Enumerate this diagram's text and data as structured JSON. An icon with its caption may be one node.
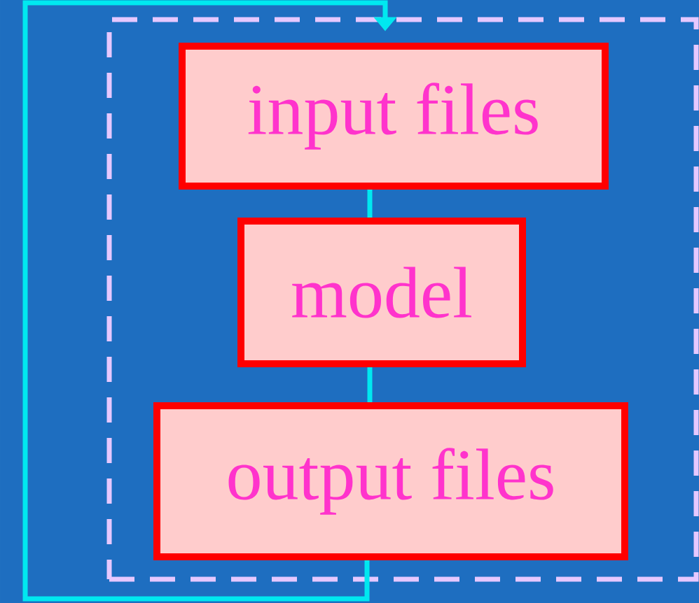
{
  "diagram": {
    "nodes": [
      {
        "text": [],
        "shape": "box"
      },
      {
        "text": [
          "input files"
        ],
        "in": 0
      },
      {
        "text": [
          "model"
        ],
        "in": 0
      },
      {
        "text": [
          "output files"
        ],
        "in": 0
      }
    ],
    "edges": [
      {
        "from": 1,
        "to": 2,
        "arrow": "none"
      },
      {
        "from": 2,
        "to": 3,
        "arrow": "none"
      },
      {
        "from": 3,
        "to": 0,
        "arrow": "to"
      }
    ]
  }
}
